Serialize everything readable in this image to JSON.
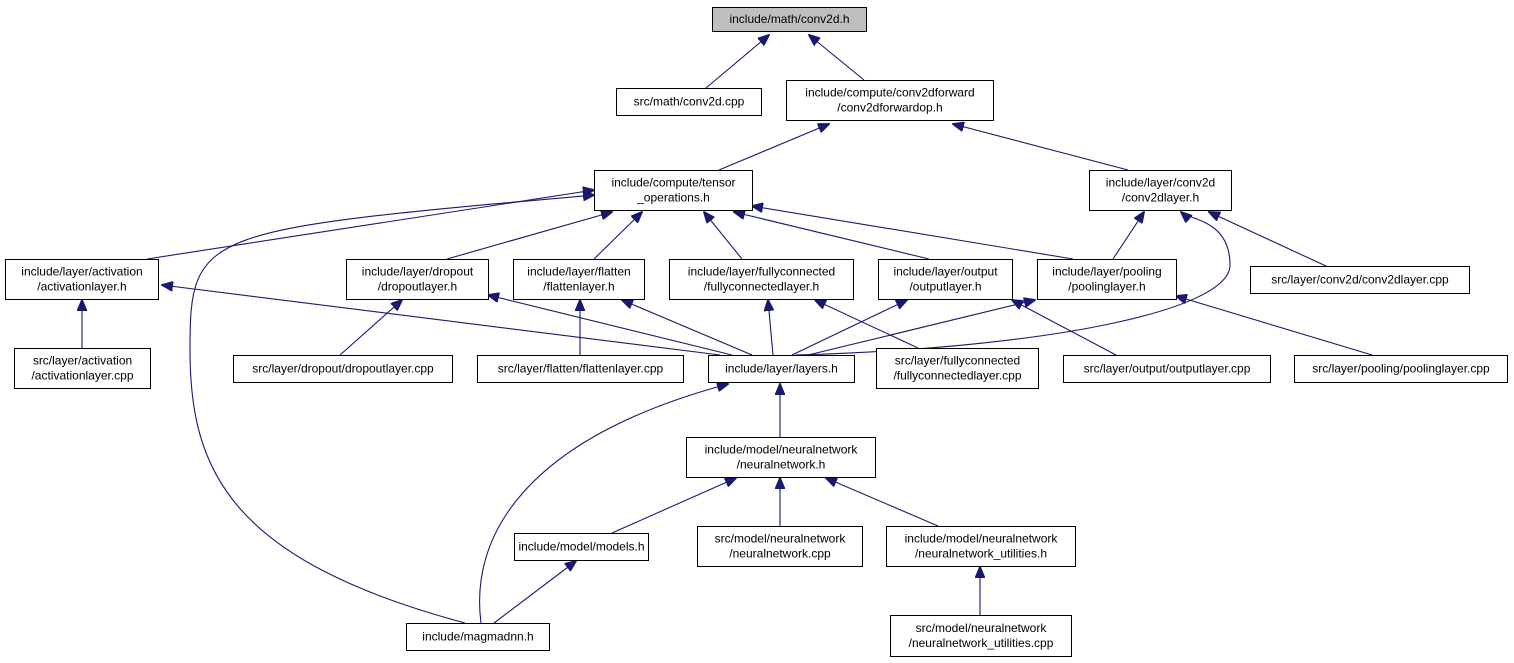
{
  "graph_title": "",
  "colors": {
    "edge": "#191970",
    "root_fill": "#bfbfbf",
    "node_fill": "#ffffff",
    "node_border": "#000000"
  },
  "nodes": [
    {
      "id": "conv2d_h",
      "root": true,
      "lines": [
        "include/math/conv2d.h"
      ]
    },
    {
      "id": "conv2d_cpp",
      "lines": [
        "src/math/conv2d.cpp"
      ]
    },
    {
      "id": "conv2dforwardop_h",
      "lines": [
        "include/compute/conv2dforward",
        "/conv2dforwardop.h"
      ]
    },
    {
      "id": "tensor_operations_h",
      "lines": [
        "include/compute/tensor",
        "_operations.h"
      ]
    },
    {
      "id": "conv2dlayer_h",
      "lines": [
        "include/layer/conv2d",
        "/conv2dlayer.h"
      ]
    },
    {
      "id": "activationlayer_h",
      "lines": [
        "include/layer/activation",
        "/activationlayer.h"
      ]
    },
    {
      "id": "dropoutlayer_h",
      "lines": [
        "include/layer/dropout",
        "/dropoutlayer.h"
      ]
    },
    {
      "id": "flattenlayer_h",
      "lines": [
        "include/layer/flatten",
        "/flattenlayer.h"
      ]
    },
    {
      "id": "fullyconnectedlayer_h",
      "lines": [
        "include/layer/fullyconnected",
        "/fullyconnectedlayer.h"
      ]
    },
    {
      "id": "outputlayer_h",
      "lines": [
        "include/layer/output",
        "/outputlayer.h"
      ]
    },
    {
      "id": "poolinglayer_h",
      "lines": [
        "include/layer/pooling",
        "/poolinglayer.h"
      ]
    },
    {
      "id": "conv2dlayer_cpp",
      "lines": [
        "src/layer/conv2d/conv2dlayer.cpp"
      ]
    },
    {
      "id": "activationlayer_cpp",
      "lines": [
        "src/layer/activation",
        "/activationlayer.cpp"
      ]
    },
    {
      "id": "dropoutlayer_cpp",
      "lines": [
        "src/layer/dropout/dropoutlayer.cpp"
      ]
    },
    {
      "id": "flattenlayer_cpp",
      "lines": [
        "src/layer/flatten/flattenlayer.cpp"
      ]
    },
    {
      "id": "layers_h",
      "lines": [
        "include/layer/layers.h"
      ]
    },
    {
      "id": "fullyconnectedlayer_cpp",
      "lines": [
        "src/layer/fullyconnected",
        "/fullyconnectedlayer.cpp"
      ]
    },
    {
      "id": "outputlayer_cpp",
      "lines": [
        "src/layer/output/outputlayer.cpp"
      ]
    },
    {
      "id": "poolinglayer_cpp",
      "lines": [
        "src/layer/pooling/poolinglayer.cpp"
      ]
    },
    {
      "id": "neuralnetwork_h",
      "lines": [
        "include/model/neuralnetwork",
        "/neuralnetwork.h"
      ]
    },
    {
      "id": "models_h",
      "lines": [
        "include/model/models.h"
      ]
    },
    {
      "id": "neuralnetwork_cpp",
      "lines": [
        "src/model/neuralnetwork",
        "/neuralnetwork.cpp"
      ]
    },
    {
      "id": "neuralnetwork_utilities_h",
      "lines": [
        "include/model/neuralnetwork",
        "/neuralnetwork_utilities.h"
      ]
    },
    {
      "id": "magmadnn_h",
      "lines": [
        "include/magmadnn.h"
      ]
    },
    {
      "id": "neuralnetwork_utilities_cpp",
      "lines": [
        "src/model/neuralnetwork",
        "/neuralnetwork_utilities.cpp"
      ]
    }
  ],
  "edges": [
    {
      "from": "conv2d_h",
      "to": "conv2d_cpp"
    },
    {
      "from": "conv2d_h",
      "to": "conv2dforwardop_h"
    },
    {
      "from": "conv2dforwardop_h",
      "to": "tensor_operations_h"
    },
    {
      "from": "conv2dforwardop_h",
      "to": "conv2dlayer_h"
    },
    {
      "from": "tensor_operations_h",
      "to": "activationlayer_h"
    },
    {
      "from": "tensor_operations_h",
      "to": "dropoutlayer_h"
    },
    {
      "from": "tensor_operations_h",
      "to": "flattenlayer_h"
    },
    {
      "from": "tensor_operations_h",
      "to": "fullyconnectedlayer_h"
    },
    {
      "from": "tensor_operations_h",
      "to": "outputlayer_h"
    },
    {
      "from": "tensor_operations_h",
      "to": "poolinglayer_h"
    },
    {
      "from": "tensor_operations_h",
      "to": "magmadnn_h"
    },
    {
      "from": "conv2dlayer_h",
      "to": "poolinglayer_h"
    },
    {
      "from": "conv2dlayer_h",
      "to": "conv2dlayer_cpp"
    },
    {
      "from": "conv2dlayer_h",
      "to": "layers_h"
    },
    {
      "from": "activationlayer_h",
      "to": "activationlayer_cpp"
    },
    {
      "from": "activationlayer_h",
      "to": "layers_h"
    },
    {
      "from": "dropoutlayer_h",
      "to": "dropoutlayer_cpp"
    },
    {
      "from": "dropoutlayer_h",
      "to": "layers_h"
    },
    {
      "from": "flattenlayer_h",
      "to": "flattenlayer_cpp"
    },
    {
      "from": "flattenlayer_h",
      "to": "layers_h"
    },
    {
      "from": "fullyconnectedlayer_h",
      "to": "layers_h"
    },
    {
      "from": "fullyconnectedlayer_h",
      "to": "fullyconnectedlayer_cpp"
    },
    {
      "from": "outputlayer_h",
      "to": "layers_h"
    },
    {
      "from": "outputlayer_h",
      "to": "outputlayer_cpp"
    },
    {
      "from": "poolinglayer_h",
      "to": "layers_h"
    },
    {
      "from": "poolinglayer_h",
      "to": "poolinglayer_cpp"
    },
    {
      "from": "layers_h",
      "to": "neuralnetwork_h"
    },
    {
      "from": "layers_h",
      "to": "magmadnn_h"
    },
    {
      "from": "neuralnetwork_h",
      "to": "models_h"
    },
    {
      "from": "neuralnetwork_h",
      "to": "neuralnetwork_cpp"
    },
    {
      "from": "neuralnetwork_h",
      "to": "neuralnetwork_utilities_h"
    },
    {
      "from": "models_h",
      "to": "magmadnn_h"
    },
    {
      "from": "neuralnetwork_utilities_h",
      "to": "neuralnetwork_utilities_cpp"
    }
  ]
}
